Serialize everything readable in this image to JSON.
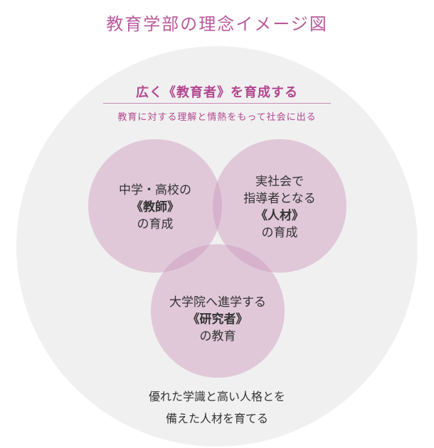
{
  "title": "教育学部の理念イメージ図",
  "outer": {
    "headline": "広く《教育者》を育成する",
    "subline": "教育に対する理解と情熱をもって社会に出る",
    "footer_line1": "優れた学識と高い人格とを",
    "footer_line2": "備えた人材を育てる"
  },
  "circles": {
    "teacher": {
      "line1": "中学・高校の",
      "line2": "《教師》",
      "line3": "の育成"
    },
    "talent": {
      "line1": "実社会で",
      "line2": "指導者となる",
      "line3": "《人材》",
      "line4": "の育成"
    },
    "researcher": {
      "line1": "大学院へ進学する",
      "line2": "《研究者》",
      "line3": "の教育"
    }
  },
  "colors": {
    "title": "#b95a9c",
    "accent": "#b2478f",
    "outer_circle": "#f0f0f0",
    "inner_circle": "#cd96bc",
    "text": "#333333"
  }
}
